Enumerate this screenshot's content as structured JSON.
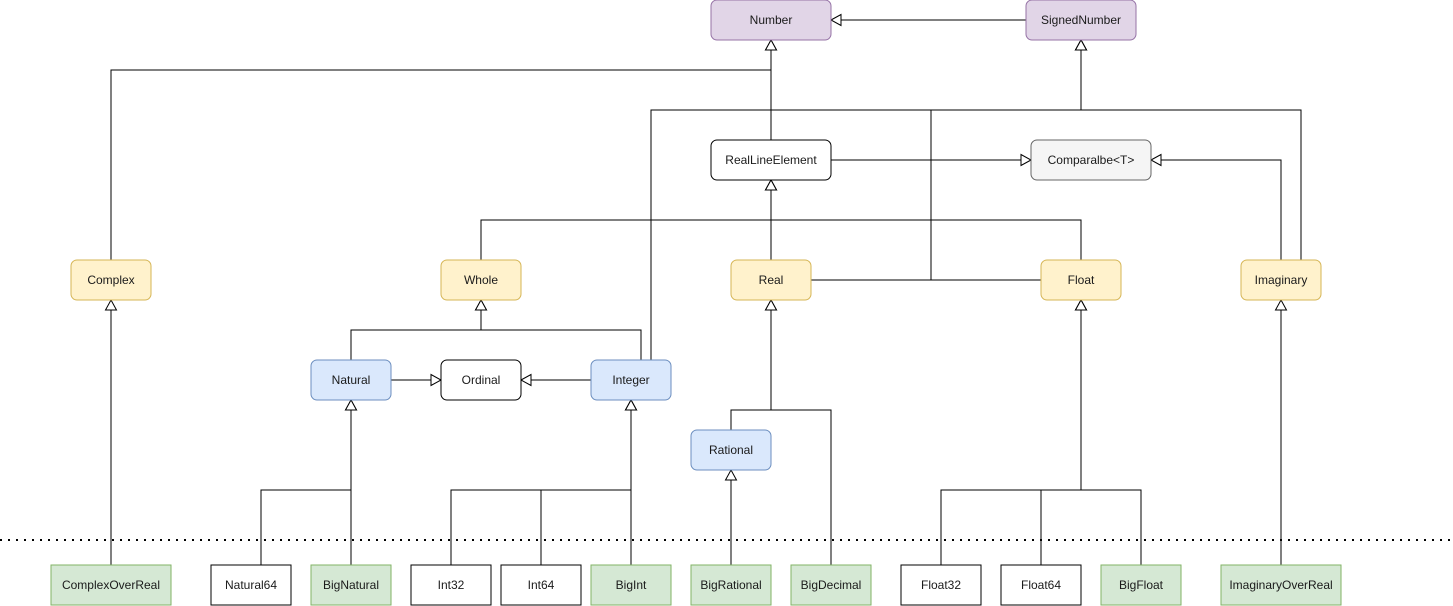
{
  "diagram": {
    "palette": {
      "purple": {
        "fill": "#e1d5e7",
        "stroke": "#9673a6"
      },
      "yellow": {
        "fill": "#fff2cc",
        "stroke": "#d6b656"
      },
      "blue": {
        "fill": "#dae8fc",
        "stroke": "#6c8ebf"
      },
      "green": {
        "fill": "#d5e8d4",
        "stroke": "#82b366"
      },
      "white": {
        "fill": "#ffffff",
        "stroke": "#000000"
      },
      "gray": {
        "fill": "#f5f5f5",
        "stroke": "#666666",
        "text": "#333333"
      }
    },
    "nodes": [
      {
        "id": "number",
        "label": "Number",
        "style": "purple"
      },
      {
        "id": "signed-number",
        "label": "SignedNumber",
        "style": "purple"
      },
      {
        "id": "real-line-element",
        "label": "RealLineElement",
        "style": "white"
      },
      {
        "id": "comparable",
        "label": "Comparalbe<T>",
        "style": "gray"
      },
      {
        "id": "complex",
        "label": "Complex",
        "style": "yellow"
      },
      {
        "id": "whole",
        "label": "Whole",
        "style": "yellow"
      },
      {
        "id": "real",
        "label": "Real",
        "style": "yellow"
      },
      {
        "id": "float",
        "label": "Float",
        "style": "yellow"
      },
      {
        "id": "imaginary",
        "label": "Imaginary",
        "style": "yellow"
      },
      {
        "id": "natural",
        "label": "Natural",
        "style": "blue"
      },
      {
        "id": "ordinal",
        "label": "Ordinal",
        "style": "white"
      },
      {
        "id": "integer",
        "label": "Integer",
        "style": "blue"
      },
      {
        "id": "rational",
        "label": "Rational",
        "style": "blue"
      },
      {
        "id": "complex-over-real",
        "label": "ComplexOverReal",
        "style": "green"
      },
      {
        "id": "natural64",
        "label": "Natural64",
        "style": "white"
      },
      {
        "id": "big-natural",
        "label": "BigNatural",
        "style": "green"
      },
      {
        "id": "int32",
        "label": "Int32",
        "style": "white"
      },
      {
        "id": "int64",
        "label": "Int64",
        "style": "white"
      },
      {
        "id": "big-int",
        "label": "BigInt",
        "style": "green"
      },
      {
        "id": "big-rational",
        "label": "BigRational",
        "style": "green"
      },
      {
        "id": "big-decimal",
        "label": "BigDecimal",
        "style": "green"
      },
      {
        "id": "float32",
        "label": "Float32",
        "style": "white"
      },
      {
        "id": "float64",
        "label": "Float64",
        "style": "white"
      },
      {
        "id": "big-float",
        "label": "BigFloat",
        "style": "green"
      },
      {
        "id": "imaginary-over-real",
        "label": "ImaginaryOverReal",
        "style": "green"
      }
    ],
    "edges": [
      {
        "from": "signed-number",
        "to": "number"
      },
      {
        "from": "complex",
        "to": "number"
      },
      {
        "from": "real-line-element",
        "to": "number"
      },
      {
        "from": "integer",
        "to": "signed-number"
      },
      {
        "from": "real",
        "to": "signed-number"
      },
      {
        "from": "float",
        "to": "signed-number"
      },
      {
        "from": "imaginary",
        "to": "signed-number"
      },
      {
        "from": "real-line-element",
        "to": "comparable"
      },
      {
        "from": "imaginary",
        "to": "comparable"
      },
      {
        "from": "whole",
        "to": "real-line-element"
      },
      {
        "from": "real",
        "to": "real-line-element"
      },
      {
        "from": "float",
        "to": "real-line-element"
      },
      {
        "from": "natural",
        "to": "whole"
      },
      {
        "from": "integer",
        "to": "whole"
      },
      {
        "from": "natural",
        "to": "ordinal"
      },
      {
        "from": "integer",
        "to": "ordinal"
      },
      {
        "from": "rational",
        "to": "real"
      },
      {
        "from": "big-decimal",
        "to": "real"
      },
      {
        "from": "complex-over-real",
        "to": "complex"
      },
      {
        "from": "natural64",
        "to": "natural"
      },
      {
        "from": "big-natural",
        "to": "natural"
      },
      {
        "from": "int32",
        "to": "integer"
      },
      {
        "from": "int64",
        "to": "integer"
      },
      {
        "from": "big-int",
        "to": "integer"
      },
      {
        "from": "big-rational",
        "to": "rational"
      },
      {
        "from": "float32",
        "to": "float"
      },
      {
        "from": "float64",
        "to": "float"
      },
      {
        "from": "big-float",
        "to": "float"
      },
      {
        "from": "imaginary-over-real",
        "to": "imaginary"
      }
    ]
  }
}
